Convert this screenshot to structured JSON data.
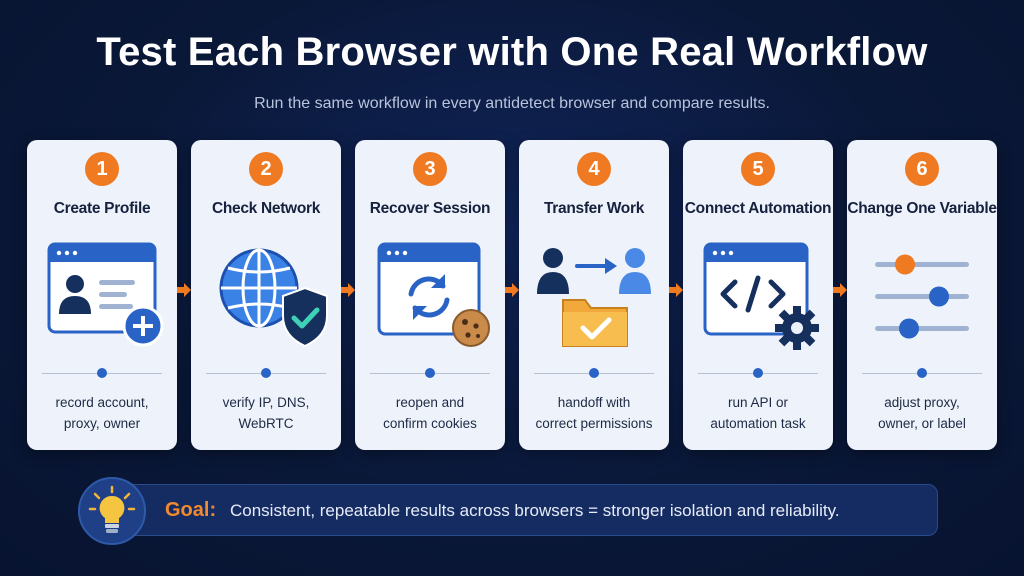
{
  "header": {
    "title": "Test Each Browser with One Real Workflow",
    "subtitle": "Run the same workflow in every antidetect browser and compare results."
  },
  "steps": [
    {
      "number": "1",
      "title": "Create Profile",
      "desc_line1": "record account,",
      "desc_line2": "proxy, owner",
      "icon": "profile-window-plus-icon"
    },
    {
      "number": "2",
      "title": "Check Network",
      "desc_line1": "verify IP, DNS,",
      "desc_line2": "WebRTC",
      "icon": "globe-shield-icon"
    },
    {
      "number": "3",
      "title": "Recover Session",
      "desc_line1": "reopen and",
      "desc_line2": "confirm cookies",
      "icon": "refresh-window-cookie-icon"
    },
    {
      "number": "4",
      "title": "Transfer Work",
      "desc_line1": "handoff with",
      "desc_line2": "correct permissions",
      "icon": "users-transfer-folder-icon"
    },
    {
      "number": "5",
      "title": "Connect Automation",
      "desc_line1": "run API or",
      "desc_line2": "automation task",
      "icon": "code-window-gear-icon"
    },
    {
      "number": "6",
      "title": "Change One Variable",
      "desc_line1": "adjust proxy,",
      "desc_line2": "owner, or label",
      "icon": "sliders-icon"
    }
  ],
  "goal": {
    "label": "Goal:",
    "text": "Consistent, repeatable results across browsers = stronger isolation and reliability.",
    "icon": "lightbulb-icon"
  },
  "colors": {
    "background": "#0a1838",
    "card": "#eef3fb",
    "accent_orange": "#ef7a22",
    "accent_blue": "#2a63c6",
    "goal_label": "#f08a2e"
  }
}
